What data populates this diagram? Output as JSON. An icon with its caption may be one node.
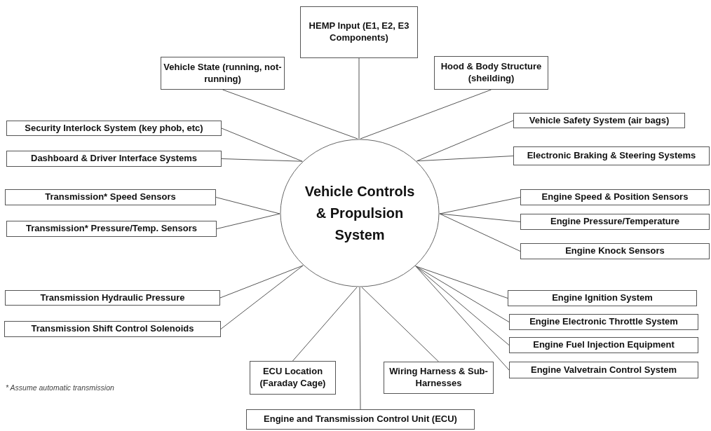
{
  "diagram": {
    "nodes": [
      {
        "text": [
          "Vehicle Controls & Propulsion System"
        ]
      },
      {
        "text": [
          "HEMP Input (E1, E2, E3 Components)"
        ]
      },
      {
        "text": [
          "Vehicle State (running, not-running)"
        ]
      },
      {
        "text": [
          "Hood & Body Structure (sheilding)"
        ]
      },
      {
        "text": [
          "Security Interlock System (key phob, etc)"
        ]
      },
      {
        "text": [
          "Dashboard & Driver Interface Systems"
        ]
      },
      {
        "text": [
          "Transmission* Speed Sensors"
        ]
      },
      {
        "text": [
          "Transmission* Pressure/Temp. Sensors"
        ]
      },
      {
        "text": [
          "Transmission Hydraulic Pressure"
        ]
      },
      {
        "text": [
          "Transmission Shift Control Solenoids"
        ]
      },
      {
        "text": [
          "ECU Location (Faraday Cage)"
        ]
      },
      {
        "text": [
          "Engine and Transmission Control Unit (ECU)"
        ]
      },
      {
        "text": [
          "Wiring Harness & Sub-Harnesses"
        ]
      },
      {
        "text": [
          "Vehicle Safety System (air bags)"
        ]
      },
      {
        "text": [
          "Electronic Braking & Steering Systems"
        ]
      },
      {
        "text": [
          "Engine Speed & Position Sensors"
        ]
      },
      {
        "text": [
          "Engine Pressure/Temperature"
        ]
      },
      {
        "text": [
          "Engine Knock Sensors"
        ]
      },
      {
        "text": [
          "Engine Ignition System"
        ]
      },
      {
        "text": [
          "Engine Electronic Throttle System"
        ]
      },
      {
        "text": [
          "Engine Fuel Injection Equipment"
        ]
      },
      {
        "text": [
          "Engine Valvetrain Control System"
        ]
      }
    ],
    "edges": [
      {
        "from": 1,
        "to": 0,
        "arrow": "none"
      },
      {
        "from": 2,
        "to": 0,
        "arrow": "none"
      },
      {
        "from": 3,
        "to": 0,
        "arrow": "none"
      },
      {
        "from": 4,
        "to": 0,
        "arrow": "none"
      },
      {
        "from": 5,
        "to": 0,
        "arrow": "none"
      },
      {
        "from": 6,
        "to": 0,
        "arrow": "none"
      },
      {
        "from": 7,
        "to": 0,
        "arrow": "none"
      },
      {
        "from": 8,
        "to": 0,
        "arrow": "none"
      },
      {
        "from": 9,
        "to": 0,
        "arrow": "none"
      },
      {
        "from": 10,
        "to": 0,
        "arrow": "none"
      },
      {
        "from": 11,
        "to": 0,
        "arrow": "none"
      },
      {
        "from": 12,
        "to": 0,
        "arrow": "none"
      },
      {
        "from": 13,
        "to": 0,
        "arrow": "none"
      },
      {
        "from": 14,
        "to": 0,
        "arrow": "none"
      },
      {
        "from": 15,
        "to": 0,
        "arrow": "none"
      },
      {
        "from": 16,
        "to": 0,
        "arrow": "none"
      },
      {
        "from": 17,
        "to": 0,
        "arrow": "none"
      },
      {
        "from": 18,
        "to": 0,
        "arrow": "none"
      },
      {
        "from": 19,
        "to": 0,
        "arrow": "none"
      },
      {
        "from": 20,
        "to": 0,
        "arrow": "none"
      },
      {
        "from": 21,
        "to": 0,
        "arrow": "none"
      }
    ],
    "labels": [
      "* Assume automatic transmission"
    ]
  }
}
